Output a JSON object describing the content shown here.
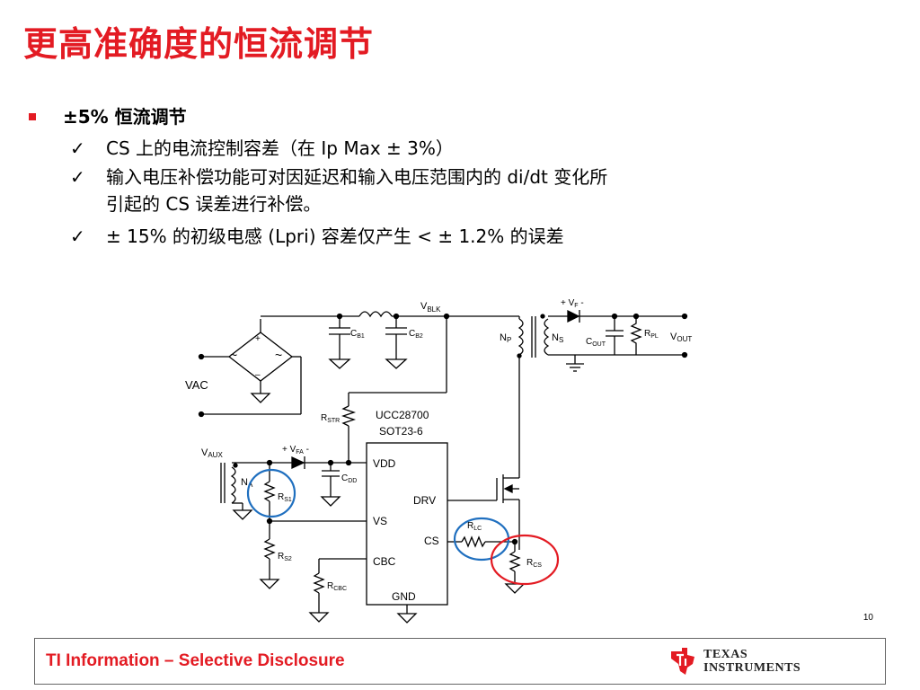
{
  "slide": {
    "title": "更高准确度的恒流调节",
    "bullet_main": "±5% 恒流调节",
    "checks": [
      "CS 上的电流控制容差（在 Ip Max ± 3%）",
      "输入电压补偿功能可对因延迟和输入电压范围内的 di/dt 变化所",
      "引起的 CS 误差进行补偿。",
      "± 15% 的初级电感 (Lpri) 容差仅产生 < ± 1.2% 的误差"
    ],
    "check_mark": "✓",
    "page_number": "10"
  },
  "circuit": {
    "chip_name": "UCC28700",
    "chip_pkg": "SOT23-6",
    "pins": {
      "vdd": "VDD",
      "drv": "DRV",
      "vs": "VS",
      "cs": "CS",
      "cbc": "CBC",
      "gnd": "GND"
    },
    "vac": "VAC",
    "vblk": {
      "main": "V",
      "sub": "BLK"
    },
    "cb1": {
      "main": "C",
      "sub": "B1"
    },
    "cb2": {
      "main": "C",
      "sub": "B2"
    },
    "np": {
      "main": "N",
      "sub": "P"
    },
    "ns": {
      "main": "N",
      "sub": "S"
    },
    "na": {
      "main": "N",
      "sub": "A"
    },
    "vf": {
      "pre": "+ V",
      "sub": "F",
      "post": " -"
    },
    "vfa": {
      "pre": "+ V",
      "sub": "FA",
      "post": " -"
    },
    "cout": {
      "main": "C",
      "sub": "OUT"
    },
    "rpl": {
      "main": "R",
      "sub": "PL"
    },
    "vout": {
      "main": "V",
      "sub": "OUT"
    },
    "rstr": {
      "main": "R",
      "sub": "STR"
    },
    "vaux": {
      "main": "V",
      "sub": "AUX"
    },
    "cdd": {
      "main": "C",
      "sub": "DD"
    },
    "rs1": {
      "main": "R",
      "sub": "S1"
    },
    "rs2": {
      "main": "R",
      "sub": "S2"
    },
    "rlc": {
      "main": "R",
      "sub": "LC"
    },
    "rcs": {
      "main": "R",
      "sub": "CS"
    },
    "rcbc": {
      "main": "R",
      "sub": "CBC"
    },
    "bridge_plus": "+",
    "bridge_minus": "–",
    "tilde": "~"
  },
  "footer": {
    "disclosure": "TI Information – Selective Disclosure",
    "logo_line1": "TEXAS",
    "logo_line2": "INSTRUMENTS"
  },
  "colors": {
    "title": "#e31b23",
    "circle_blue": "#1f6fbf",
    "circle_red": "#e31b23"
  }
}
